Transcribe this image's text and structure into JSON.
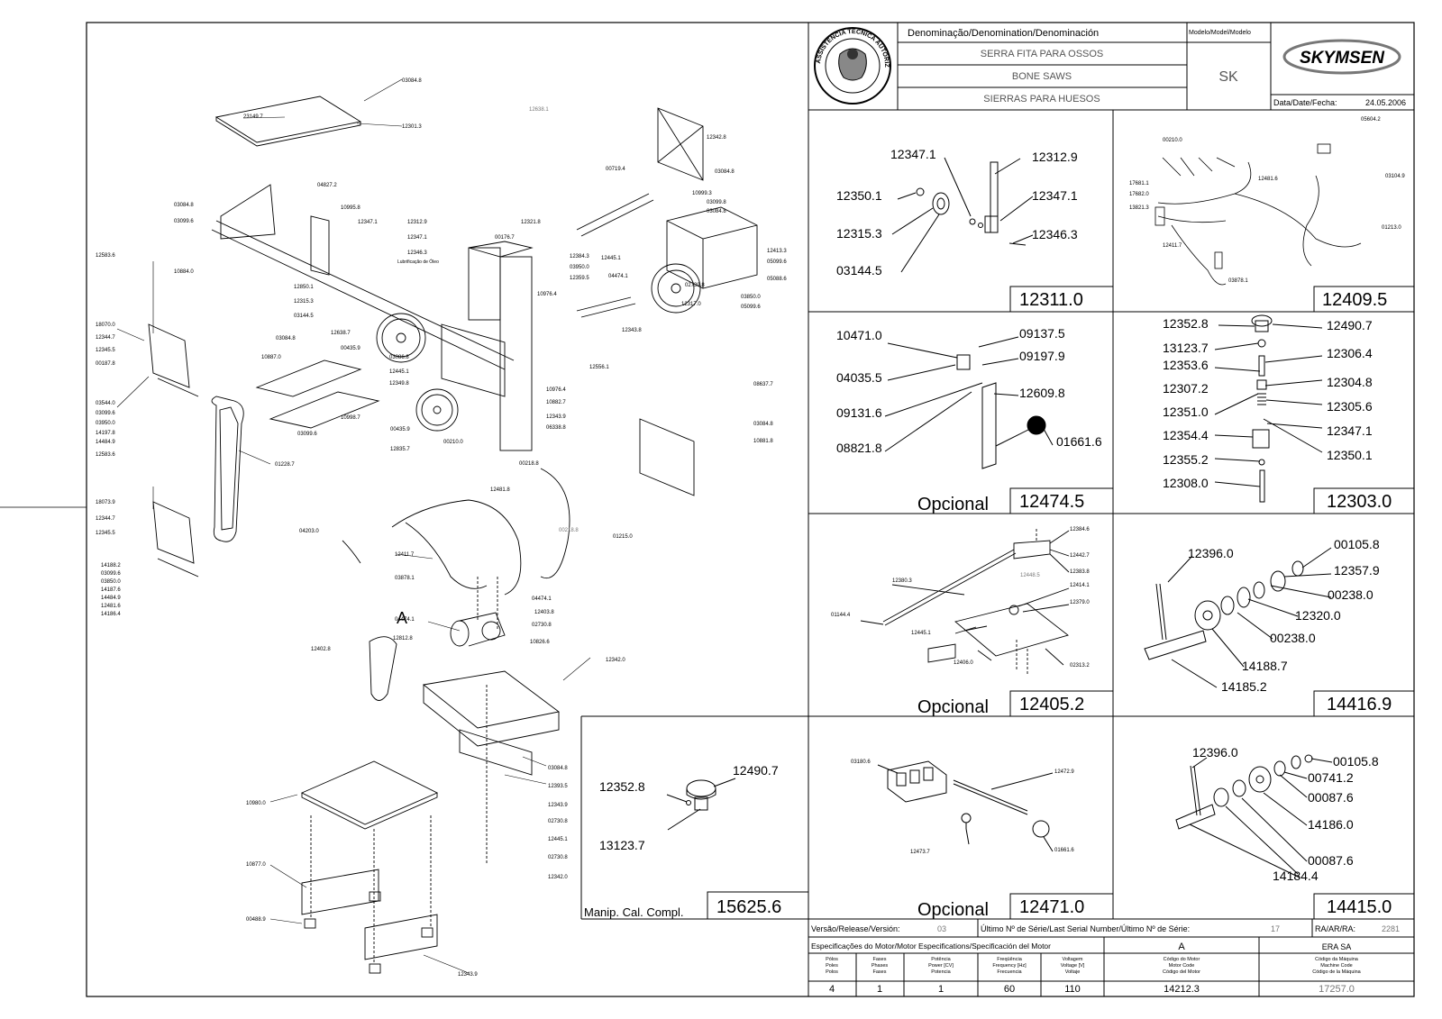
{
  "header": {
    "denomination_label": "Denominação/Denomination/Denominación",
    "model_label": "Modelo/Model/Modelo",
    "name_pt": "SERRA FITA PARA OSSOS",
    "name_en": "BONE SAWS",
    "name_es": "SIERRAS PARA HUESOS",
    "model": "SK",
    "brand": "SKYMSEN",
    "date_label": "Data/Date/Fecha:",
    "date": "24.05.2006",
    "seal_text": "ASSISTÊNCIA TÉCNICA AUTORIZADA"
  },
  "main_labels": [
    "03084.8",
    "23149.7",
    "12301.3",
    "04827.2",
    "10995.8",
    "12347.1",
    "12312.9",
    "12347.1",
    "12346.3",
    "03084.8",
    "03099.6",
    "10884.0",
    "12583.6",
    "18070.0",
    "12344.7",
    "12345.5",
    "00187.8",
    "03544.0",
    "03099.6",
    "03950.0",
    "14197.8",
    "14484.9",
    "12583.6",
    "18073.9",
    "12344.7",
    "12345.5",
    "14188.2",
    "03099.6",
    "03850.0",
    "14187.6",
    "14484.9",
    "12481.6",
    "14186.4",
    "12850.1",
    "12315.3",
    "03144.5",
    "12638.7",
    "00435.9",
    "03086.8",
    "12445.1",
    "12349.8",
    "10887.0",
    "03084.8",
    "10998.7",
    "03099.6",
    "01228.7",
    "00435.9",
    "12835.7",
    "00210.0",
    "12481.8",
    "04203.0",
    "12411.7",
    "03878.1",
    "04474.1",
    "12812.8",
    "12402.8",
    "12638.1",
    "00719.4",
    "12321.8",
    "00176.7",
    "12384.3",
    "03950.0",
    "12359.5",
    "12445.1",
    "04474.1",
    "12317.0",
    "02739.8",
    "10976.4",
    "12343.8",
    "12556.1",
    "10976.4",
    "10882.7",
    "12343.9",
    "06338.8",
    "00218.8",
    "12342.8",
    "03084.8",
    "10999.3",
    "03099.8",
    "03084.8",
    "12413.3",
    "05099.6",
    "05088.6",
    "03850.0",
    "05099.6",
    "08637.7",
    "03084.8",
    "10881.8",
    "01215.0",
    "00218.8",
    "04474.1",
    "12403.8",
    "02730.8",
    "10826.6",
    "12342.0",
    "03084.8",
    "12393.5",
    "12343.9",
    "02730.8",
    "12445.1",
    "02730.8",
    "12342.0",
    "10980.0",
    "10877.0",
    "00488.9",
    "12343.9"
  ],
  "main_marker": "A",
  "main_note": "Lubrificação de Óleo",
  "panel_15625": {
    "labels": [
      "12352.8",
      "12490.7",
      "13123.7"
    ],
    "caption": "Manip. Cal. Compl.",
    "code": "15625.6"
  },
  "panel_12311": {
    "labels": [
      "12347.1",
      "12312.9",
      "12350.1",
      "12347.1",
      "12315.3",
      "12346.3",
      "03144.5"
    ],
    "code": "12311.0"
  },
  "panel_12409": {
    "labels": [
      "00210.0",
      "05604.2",
      "03104.9",
      "12481.6",
      "17681.1",
      "17682.0",
      "13821.3",
      "01213.0",
      "12411.7",
      "03878.1"
    ],
    "code": "12409.5"
  },
  "panel_12474": {
    "labels": [
      "10471.0",
      "09137.5",
      "09197.9",
      "04035.5",
      "12609.8",
      "09131.6",
      "01661.6",
      "08821.8"
    ],
    "caption": "Opcional",
    "code": "12474.5"
  },
  "panel_12303": {
    "labels": [
      "12352.8",
      "12490.7",
      "13123.7",
      "12306.4",
      "12353.6",
      "12304.8",
      "12307.2",
      "12305.6",
      "12351.0",
      "12347.1",
      "12354.4",
      "12350.1",
      "12355.2",
      "12308.0"
    ],
    "code": "12303.0"
  },
  "panel_12405": {
    "labels": [
      "12384.6",
      "12442.7",
      "12383.8",
      "12380.3",
      "12448.5",
      "12414.1",
      "12379.0",
      "01144.4",
      "12445.1",
      "12406.0",
      "02313.2"
    ],
    "caption": "Opcional",
    "code": "12405.2"
  },
  "panel_14416": {
    "labels": [
      "12396.0",
      "00105.8",
      "12357.9",
      "00238.0",
      "12320.0",
      "00238.0",
      "14188.7",
      "14185.2"
    ],
    "code": "14416.9"
  },
  "panel_12471": {
    "labels": [
      "03180.6",
      "12472.9",
      "12473.7",
      "01661.6"
    ],
    "caption": "Opcional",
    "code": "12471.0"
  },
  "panel_14415": {
    "labels": [
      "12396.0",
      "00105.8",
      "00741.2",
      "00087.6",
      "14186.0",
      "00087.6",
      "14184.4"
    ],
    "code": "14415.0"
  },
  "footer": {
    "version_label": "Versão/Release/Versión:",
    "version": "03",
    "serial_label": "Último Nº de Série/Last Serial Number/Último Nº de Série:",
    "serial": "17",
    "ra_label": "RA/AR/RA:",
    "ra": "2281",
    "motor_spec_label": "Especificações do Motor/Motor Especifications/Specificación del Motor",
    "motor_letter": "A",
    "manufacturer": "ERA SA",
    "col_poles": "Pólos\nPoles\nPolos",
    "col_phases": "Fases\nPhases\nFases",
    "col_power": "Potência\nPower [CV]\nPotencia",
    "col_freq": "Freqüência\nFrequency [Hz]\nFrecuencia",
    "col_voltage": "Voltagem\nVoltage [V]\nVoltaje",
    "col_motor_code": "Código do Motor\nMotor Code\nCódigo del Motor",
    "col_machine_code": "Código da Máquina\nMachine Code\nCódigo de la Máquina",
    "poles": "4",
    "phases": "1",
    "power": "1",
    "freq": "60",
    "voltage": "110",
    "motor_code": "14212.3",
    "machine_code": "17257.0"
  }
}
